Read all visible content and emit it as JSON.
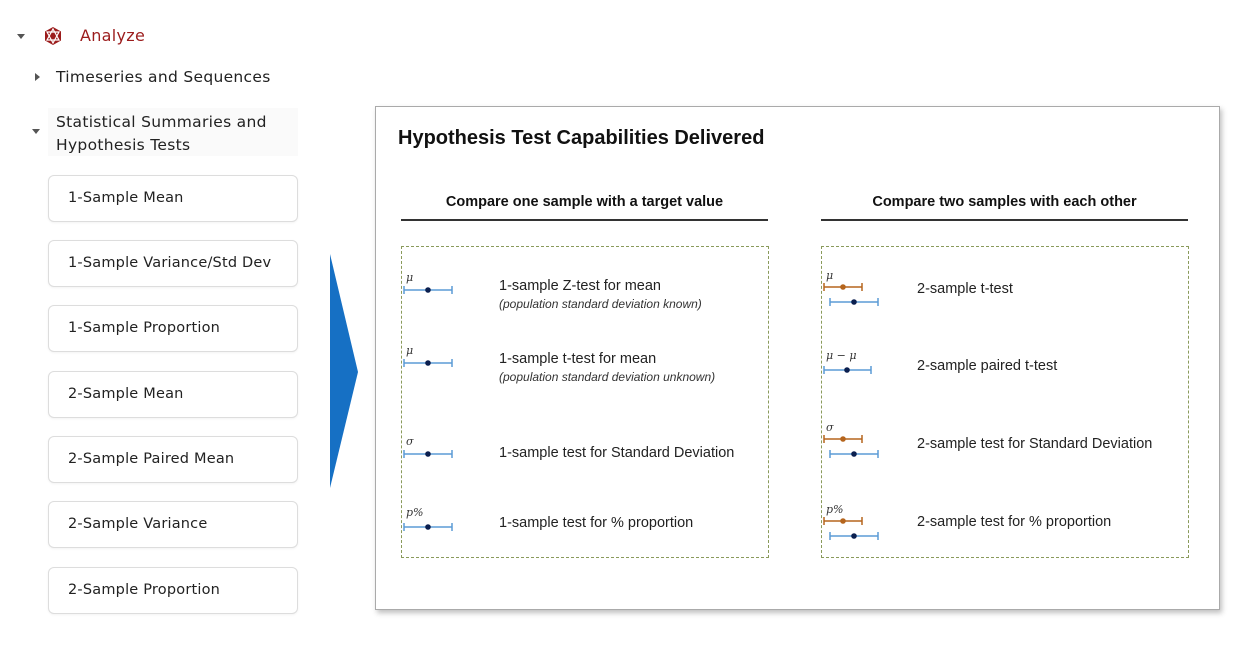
{
  "nav": {
    "analyze": {
      "label": "Analyze",
      "color": "#9b1c1c"
    },
    "timeseries": {
      "label": "Timeseries and Sequences"
    },
    "stats": {
      "label_line1": "Statistical Summaries and",
      "label_line2": "Hypothesis Tests"
    },
    "buttons": [
      "1-Sample Mean",
      "1-Sample Variance/Std Dev",
      "1-Sample Proportion",
      "2-Sample Mean",
      "2-Sample Paired Mean",
      "2-Sample Variance",
      "2-Sample Proportion"
    ]
  },
  "slide": {
    "title": "Hypothesis Test Capabilities Delivered",
    "left": {
      "heading": "Compare one sample with a target value",
      "items": [
        {
          "symbol": "μ",
          "text": "1-sample Z-test for mean",
          "sub": "(population standard deviation known)"
        },
        {
          "symbol": "μ",
          "text": "1-sample t-test for mean",
          "sub": "(population standard deviation unknown)"
        },
        {
          "symbol": "σ",
          "text": "1-sample test for Standard Deviation"
        },
        {
          "symbol": "p%",
          "text": "1-sample test for % proportion"
        }
      ]
    },
    "right": {
      "heading": "Compare two samples with each other",
      "items": [
        {
          "symbol": "μ",
          "text": "2-sample t-test"
        },
        {
          "symbol": "μ − μ",
          "text": "2-sample paired t-test"
        },
        {
          "symbol": "σ",
          "text": "2-sample test for Standard Deviation"
        },
        {
          "symbol": "p%",
          "text": "2-sample test for % proportion"
        }
      ]
    }
  },
  "colors": {
    "arrow": "#1670c4",
    "bar_blue": "#5b9bd5",
    "bar_orange": "#b5651d",
    "dot": "#0b1f4f"
  }
}
